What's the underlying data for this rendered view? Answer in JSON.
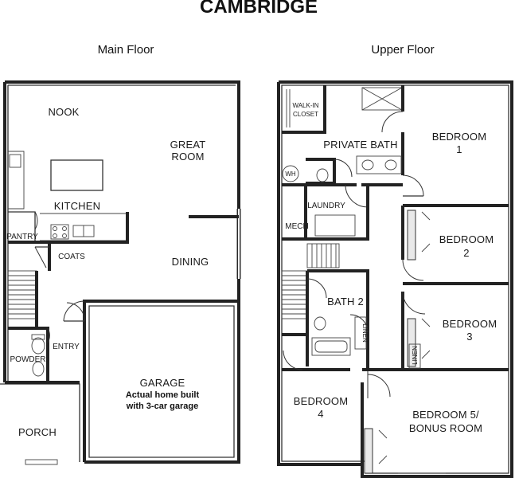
{
  "title": "CAMBRIDGE",
  "main_floor": {
    "heading": "Main Floor",
    "rooms": {
      "nook": "NOOK",
      "great_room_1": "GREAT",
      "great_room_2": "ROOM",
      "kitchen": "KITCHEN",
      "pantry": "PANTRY",
      "coats": "COATS",
      "dining": "DINING",
      "powder": "POWDER",
      "entry": "ENTRY",
      "garage": "GARAGE",
      "porch": "PORCH"
    },
    "garage_note_1": "Actual home built",
    "garage_note_2": "with 3-car garage"
  },
  "upper_floor": {
    "heading": "Upper Floor",
    "rooms": {
      "walk_in_1": "WALK-IN",
      "walk_in_2": "CLOSET",
      "private_bath": "PRIVATE BATH",
      "bedroom1_a": "BEDROOM",
      "bedroom1_b": "1",
      "wh": "WH",
      "laundry": "LAUNDRY",
      "mech": "MECH",
      "bedroom2_a": "BEDROOM",
      "bedroom2_b": "2",
      "bath2": "BATH 2",
      "linen_1": "LINEN",
      "bedroom3_a": "BEDROOM",
      "bedroom3_b": "3",
      "linen_2": "LINEN",
      "bedroom4_a": "BEDROOM",
      "bedroom4_b": "4",
      "bedroom5_a": "BEDROOM 5/",
      "bedroom5_b": "BONUS ROOM"
    }
  }
}
